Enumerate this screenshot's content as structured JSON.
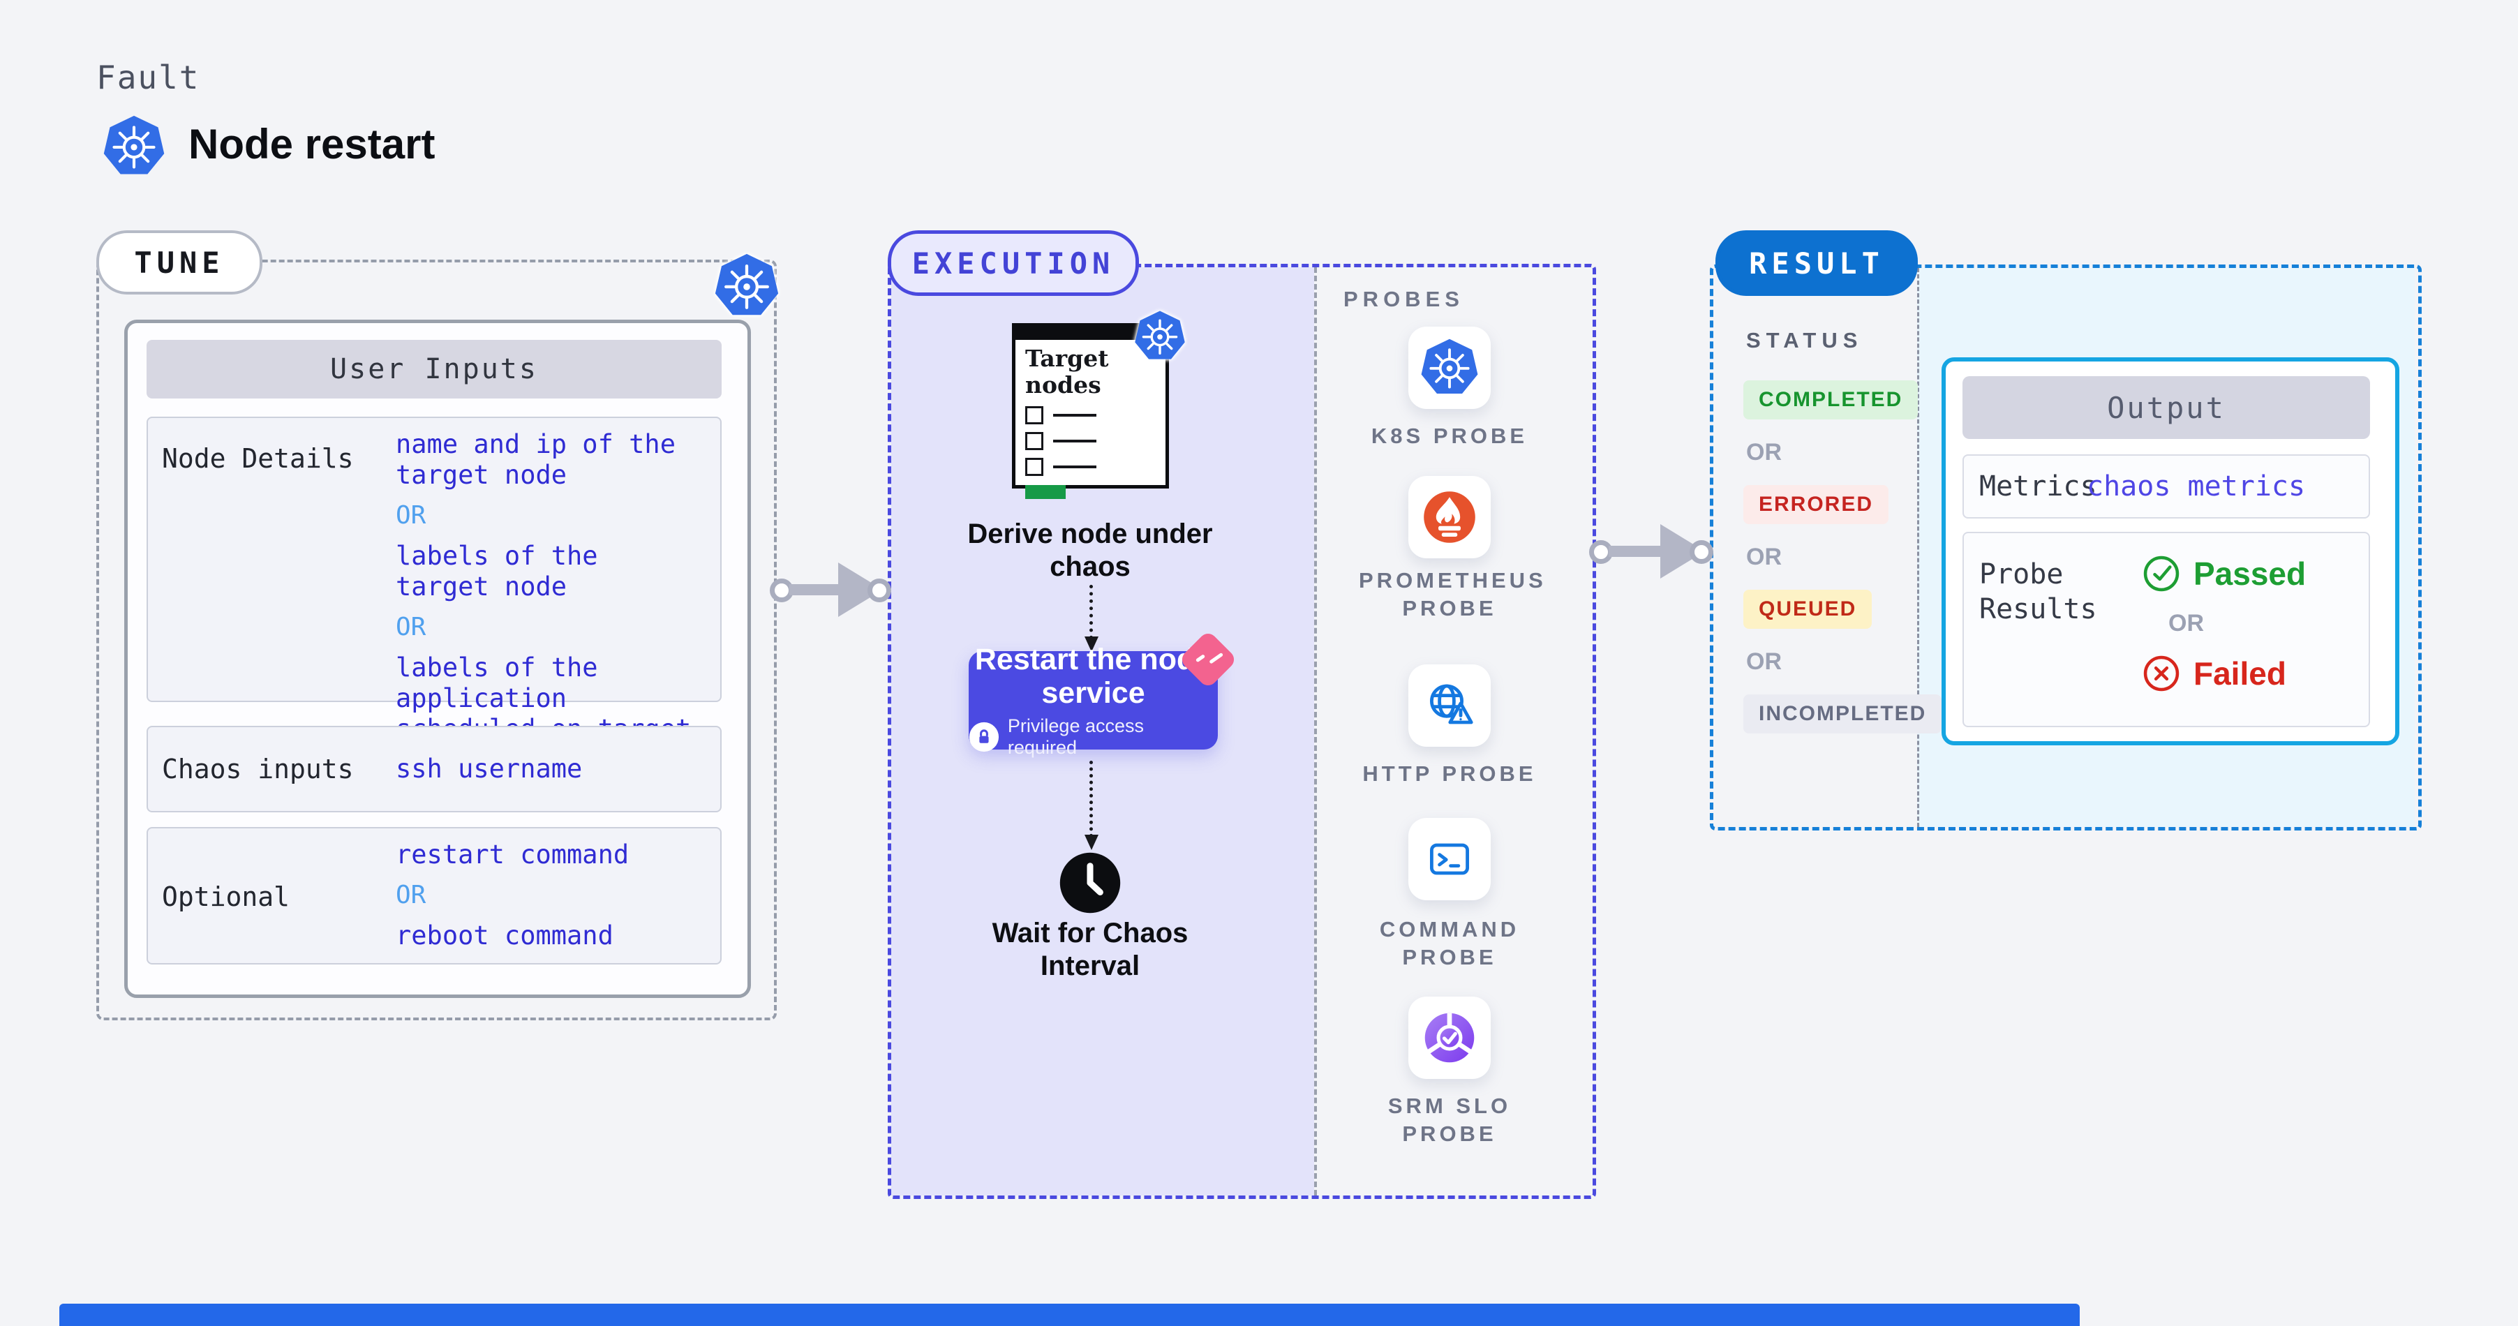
{
  "page": {
    "eyebrow": "Fault",
    "title": "Node restart"
  },
  "tune": {
    "badge": "TUNE",
    "card_title": "User Inputs",
    "rows": [
      {
        "label": "Node Details",
        "lines": [
          {
            "text": "name and ip of the\ntarget node",
            "kind": "value"
          },
          {
            "text": "OR",
            "kind": "or"
          },
          {
            "text": "labels of the\ntarget node",
            "kind": "value"
          },
          {
            "text": "OR",
            "kind": "or"
          },
          {
            "text": "labels of the application\nscheduled on target node",
            "kind": "value"
          }
        ]
      },
      {
        "label": "Chaos inputs",
        "lines": [
          {
            "text": "ssh username",
            "kind": "value"
          }
        ]
      },
      {
        "label": "Optional",
        "lines": [
          {
            "text": "restart command",
            "kind": "value"
          },
          {
            "text": "OR",
            "kind": "or"
          },
          {
            "text": "reboot command",
            "kind": "value"
          }
        ]
      }
    ]
  },
  "execution": {
    "badge": "EXECUTION",
    "target_card_title": "Target nodes",
    "step_derive": "Derive node under chaos",
    "button_title": "Restart the node service",
    "button_note": "Privilege access required",
    "step_wait": "Wait for Chaos Interval",
    "probes_title": "PROBES",
    "probes": [
      {
        "label": "K8S PROBE",
        "icon": "kubernetes-icon"
      },
      {
        "label": "PROMETHEUS\nPROBE",
        "icon": "prometheus-icon"
      },
      {
        "label": "HTTP PROBE",
        "icon": "http-globe-icon"
      },
      {
        "label": "COMMAND\nPROBE",
        "icon": "terminal-icon"
      },
      {
        "label": "SRM SLO\nPROBE",
        "icon": "srm-slo-icon"
      }
    ]
  },
  "result": {
    "badge": "RESULT",
    "status_title": "STATUS",
    "status_items": [
      {
        "text": "COMPLETED",
        "kind": "badge",
        "fg": "#17942e",
        "bg": "#dcf3de"
      },
      {
        "text": "OR",
        "kind": "or"
      },
      {
        "text": "ERRORED",
        "kind": "badge",
        "fg": "#c52420",
        "bg": "#fcebea"
      },
      {
        "text": "OR",
        "kind": "or"
      },
      {
        "text": "QUEUED",
        "kind": "badge",
        "fg": "#c02a18",
        "bg": "#fdf2c6"
      },
      {
        "text": "OR",
        "kind": "or"
      },
      {
        "text": "INCOMPLETED",
        "kind": "badge",
        "fg": "#666c82",
        "bg": "#eaebf2"
      }
    ],
    "output": {
      "title": "Output",
      "metrics_label": "Metrics",
      "metrics_value": "chaos metrics",
      "probe_results_label": "Probe Results",
      "passed": "Passed",
      "or": "OR",
      "failed": "Failed"
    }
  },
  "colors": {
    "accent_indigo": "#4a49df",
    "accent_blue": "#0d71d0",
    "accent_cyan": "#15a5e2",
    "value_blue": "#2f2bd3",
    "or_light_blue": "#50a0ee",
    "passed_green": "#1d9e33",
    "failed_red": "#d7261c",
    "k8s_blue": "#326de6",
    "prometheus_orange": "#e6522c",
    "litmus_pink": "#f3638f",
    "lavender_bg": "#e3e3fa",
    "cyan_bg": "#e9f6fd"
  }
}
